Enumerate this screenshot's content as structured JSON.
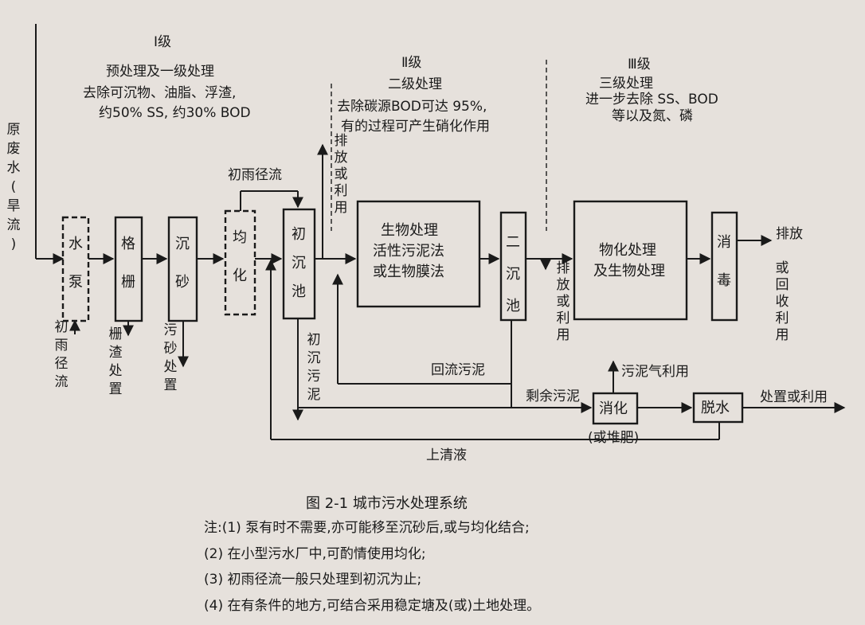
{
  "diagram": {
    "stages": {
      "s1": {
        "title": "Ⅰ级",
        "l1": "预处理及一级处理",
        "l2": "去除可沉物、油脂、浮渣,",
        "l3": "约50% SS, 约30% BOD"
      },
      "s2": {
        "title": "Ⅱ级",
        "l1": "二级处理",
        "l2": "去除碳源BOD可达 95%,",
        "l3": "有的过程可产生硝化作用"
      },
      "s3": {
        "title": "Ⅲ级",
        "l1": "三级处理",
        "l2": "进一步去除 SS、BOD",
        "l3": "等以及氮、磷"
      }
    },
    "boxes": {
      "pump": "水泵",
      "screen": "格栅",
      "grit": "沉砂",
      "equal": "均化",
      "primary": "初沉池",
      "bio1": "生物处理",
      "bio2": "活性污泥法",
      "bio3": "或生物膜法",
      "secondary": "二沉池",
      "phys1": "物化处理",
      "phys2": "及生物处理",
      "disinfect": "消毒",
      "digest": "消化",
      "dewater": "脱水"
    },
    "labels": {
      "raw_inflow": "原废水(旱流)",
      "storm_inflow": "初雨径流",
      "screenings": "栅渣处置",
      "grit_disposal": "污砂处置",
      "storm_runoff": "初雨径流",
      "discharge_use_1": "排放或利用",
      "primary_sludge": "初沉污泥",
      "discharge_use_2": "排放或利用",
      "return_sludge": "回流污泥",
      "excess_sludge": "剩余污泥",
      "biogas_use": "污泥气利用",
      "supernatant": "上清液",
      "compost": "(或堆肥)",
      "disposal_use": "处置或利用",
      "discharge": "排放",
      "or_recycle": "或回收利用"
    }
  },
  "caption": "图 2-1   城市污水处理系统",
  "notes": [
    "注:(1) 泵有时不需要,亦可能移至沉砂后,或与均化结合;",
    "(2) 在小型污水厂中,可酌情使用均化;",
    "(3) 初雨径流一般只处理到初沉为止;",
    "(4) 在有条件的地方,可结合采用稳定塘及(或)土地处理。"
  ]
}
